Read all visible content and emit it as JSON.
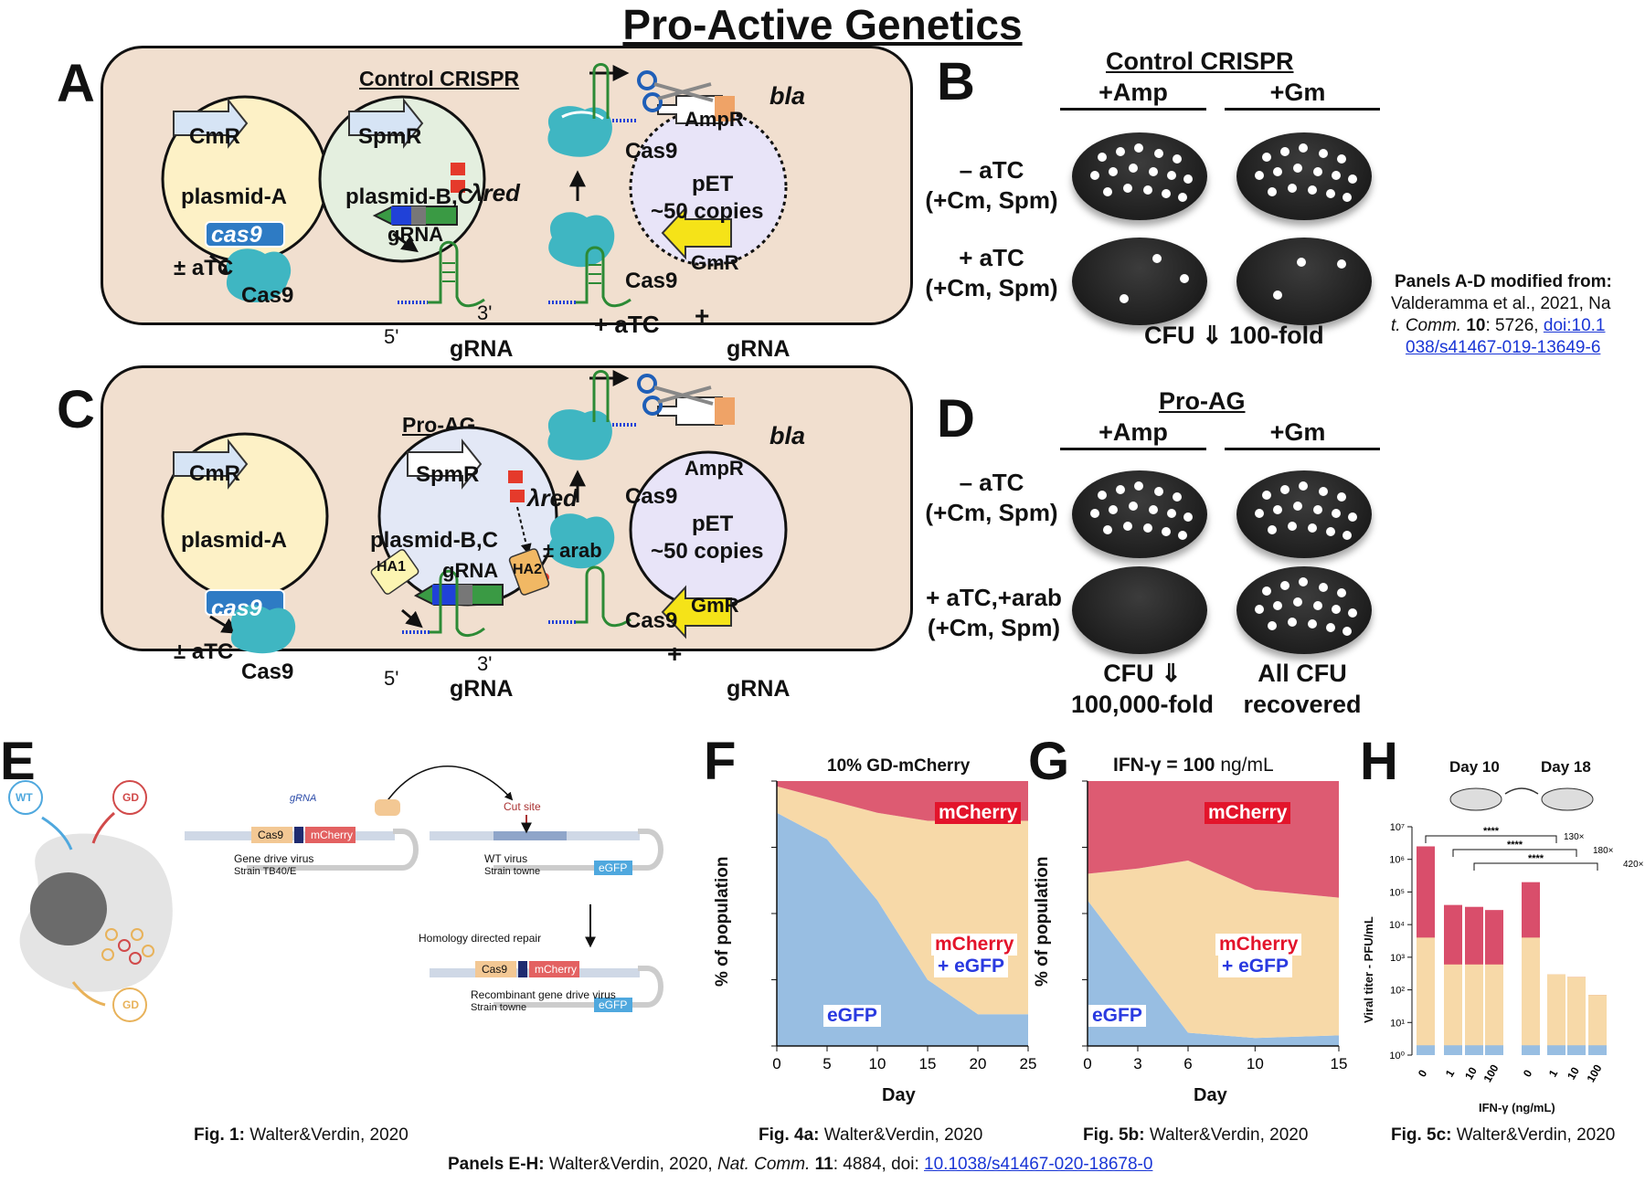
{
  "title": "Pro-Active Genetics",
  "panelA": {
    "letter": "A",
    "heading": "Control CRISPR",
    "cmR": "CmR",
    "plasmidA": "plasmid-A",
    "cas9gene": "cas9",
    "aTC": "± aTC",
    "cas9": "Cas9",
    "spmR": "SpmR",
    "plasmidBC": "plasmid-B,C",
    "lambdaRed": "λred",
    "gRNAlabel": "gRNA",
    "five": "5'",
    "three": "3'",
    "gRNA": "gRNA",
    "bla": "bla",
    "ampR": "AmpR",
    "pET": "pET",
    "copies": "~50 copies",
    "gmR": "GmR",
    "plusATC": "+ aTC",
    "plus": "+"
  },
  "panelB": {
    "letter": "B",
    "heading": "Control CRISPR",
    "col1": "+Amp",
    "col2": "+Gm",
    "row1": [
      "– aTC",
      "(+Cm, Spm)"
    ],
    "row2": [
      "+ aTC",
      "(+Cm, Spm)"
    ],
    "footer": "CFU ⇓ 100-fold"
  },
  "citeAD": {
    "head": "Panels A-D modified from:",
    "l1": "Valderamma et al., 2021, Na",
    "l2a": "t. Comm. ",
    "l2b": "10",
    "l2c": ": 5726, ",
    "l2link": "doi:10.1",
    "l3link": "038/s41467-019-13649-6"
  },
  "panelC": {
    "letter": "C",
    "heading": "Pro-AG",
    "cmR": "CmR",
    "plasmidA": "plasmid-A",
    "cas9gene": "cas9",
    "aTC": "± aTC",
    "cas9": "Cas9",
    "spmR": "SpmR",
    "plasmidBC": "plasmid-B,C",
    "lambdaRed": "λred",
    "arab": "± arab",
    "ha1": "HA1",
    "ha2": "HA2",
    "gRNAlabel": "gRNA",
    "five": "5'",
    "three": "3'",
    "gRNA": "gRNA",
    "bla": "bla",
    "ampR": "AmpR",
    "pET": "pET",
    "copies": "~50 copies",
    "gmR": "GmR",
    "plus": "+"
  },
  "panelD": {
    "letter": "D",
    "heading": "Pro-AG",
    "col1": "+Amp",
    "col2": "+Gm",
    "row1": [
      "– aTC",
      "(+Cm, Spm)"
    ],
    "row2": [
      "+ aTC,+arab",
      "(+Cm, Spm)"
    ],
    "foot1": [
      "CFU ⇓",
      "100,000-fold"
    ],
    "foot2": [
      "All CFU",
      "recovered"
    ]
  },
  "panelE": {
    "letter": "E",
    "wt": "WT",
    "gd": "GD",
    "gRNA": "gRNA",
    "cas9": "Cas9",
    "mcherry": "mCherry",
    "gdVirus": "Gene drive virus",
    "gdStrain": "Strain TB40/E",
    "cutSite": "Cut site",
    "wtVirus": "WT virus",
    "wtStrain": "Strain towne",
    "egfp": "eGFP",
    "hdr": "Homology directed repair",
    "recomb": "Recombinant gene drive virus",
    "recombStrain": "Strain towne",
    "caption_b": "Fig. 1:",
    "caption": " Walter&Verdin, 2020"
  },
  "panelF": {
    "letter": "F",
    "title": "10% GD-mCherry",
    "ylabel": "% of population",
    "xlabel": "Day",
    "xticks": [
      "0",
      "5",
      "10",
      "15",
      "20",
      "25"
    ],
    "mcherry": "mCherry",
    "mcherry2": "mCherry",
    "plusEgfp": "+ eGFP",
    "egfp": "eGFP",
    "caption_b": "Fig. 4a:",
    "caption": " Walter&Verdin, 2020"
  },
  "panelG": {
    "letter": "G",
    "titleA": "IFN-γ = ",
    "titleB": "100",
    "titleC": " ng/mL",
    "ylabel": "% of population",
    "xlabel": "Day",
    "xticks": [
      "0",
      "3",
      "6",
      "10",
      "15"
    ],
    "mcherry": "mCherry",
    "mcherry2": "mCherry",
    "plusEgfp": "+ eGFP",
    "egfp": "eGFP",
    "caption_b": "Fig. 5b:",
    "caption": " Walter&Verdin, 2020"
  },
  "panelH": {
    "letter": "H",
    "day10": "Day 10",
    "day18": "Day 18",
    "ylabel": "Viral titer - PFU/mL",
    "xlabel": "IFN-γ (ng/mL)",
    "sig": "****",
    "fold": [
      "130×",
      "180×",
      "420×"
    ],
    "xcats": [
      "0",
      "1",
      "10",
      "100",
      "0",
      "1",
      "10",
      "100"
    ],
    "caption_b": "Fig. 5c:",
    "caption": " Walter&Verdin, 2020"
  },
  "footer": {
    "b": "Panels E-H:",
    "t1": " Walter&Verdin, 2020,  ",
    "i": "Nat. Comm.",
    "t2": " ",
    "vol": "11",
    "t3": ": 4884, doi: ",
    "link": "10.1038/s41467-020-18678-0"
  },
  "chart_data": [
    {
      "type": "area",
      "title": "10% GD-mCherry",
      "xlabel": "Day",
      "ylabel": "% of population",
      "x": [
        0,
        5,
        10,
        15,
        20,
        25
      ],
      "xlim": [
        0,
        25
      ],
      "ylim": [
        0,
        100
      ],
      "series": [
        {
          "name": "eGFP",
          "values": [
            88,
            78,
            55,
            25,
            12,
            12
          ]
        },
        {
          "name": "mCherry + eGFP",
          "values": [
            10,
            15,
            33,
            60,
            73,
            73
          ]
        },
        {
          "name": "mCherry",
          "values": [
            2,
            7,
            12,
            15,
            15,
            15
          ]
        }
      ]
    },
    {
      "type": "area",
      "title": "IFN-γ = 100 ng/mL",
      "xlabel": "Day",
      "ylabel": "% of population",
      "x": [
        0,
        3,
        6,
        10,
        15
      ],
      "xlim": [
        0,
        15
      ],
      "ylim": [
        0,
        100
      ],
      "series": [
        {
          "name": "eGFP",
          "values": [
            55,
            30,
            5,
            3,
            4
          ]
        },
        {
          "name": "mCherry + eGFP",
          "values": [
            10,
            37,
            65,
            56,
            52
          ]
        },
        {
          "name": "mCherry",
          "values": [
            35,
            33,
            30,
            41,
            44
          ]
        }
      ]
    },
    {
      "type": "bar",
      "ylabel": "Viral titer - PFU/mL",
      "xlabel": "IFN-γ (ng/mL)",
      "yscale": "log",
      "ylim": [
        1,
        10000000
      ],
      "groups": [
        "Day 10",
        "Day 18"
      ],
      "categories": [
        "0",
        "1",
        "10",
        "100",
        "0",
        "1",
        "10",
        "100"
      ],
      "values": [
        2500000,
        40000,
        35000,
        28000,
        200000,
        300,
        250,
        70
      ],
      "fold_change": [
        "130×",
        "180×",
        "420×"
      ],
      "significance": "****"
    }
  ]
}
